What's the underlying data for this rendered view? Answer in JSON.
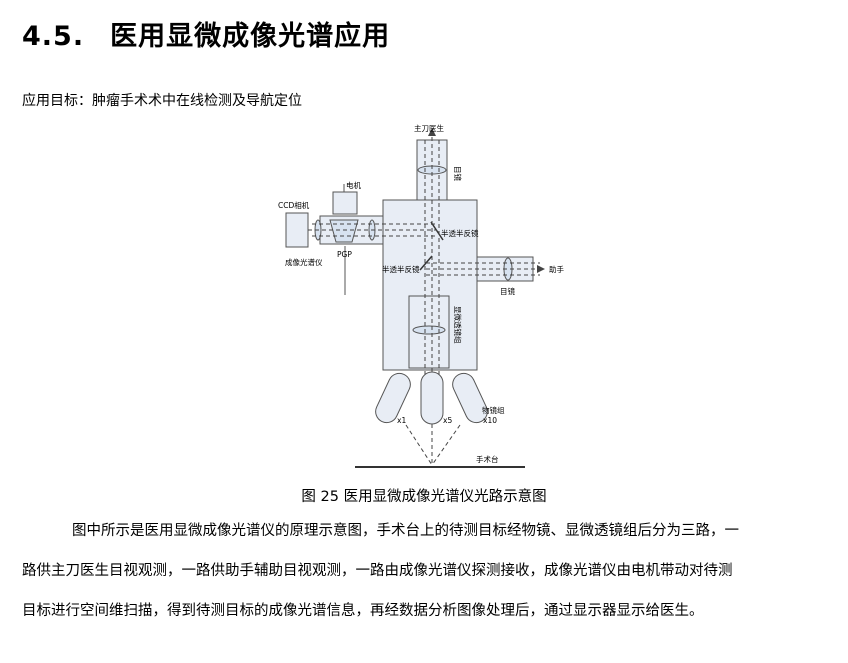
{
  "section": {
    "number": "4.5.",
    "title": "医用显微成像光谱应用"
  },
  "goal": "应用目标：肿瘤手术术中在线检测及导航定位",
  "diagram": {
    "labels": {
      "surgeon": "主刀医生",
      "eyepiece_top": "目镜",
      "motor": "电机",
      "ccd": "CCD相机",
      "pgp": "PGP",
      "imaging_spectrometer": "成像光谱仪",
      "beamsplitter_1": "半透半反镜",
      "beamsplitter_2": "半透半反镜",
      "assistant": "助手",
      "eyepiece_right": "目镜",
      "zoom_group": "显微透镜组",
      "objective_group": "物镜组",
      "x1": "x1",
      "x5": "x5",
      "x10": "x10",
      "table": "手术台"
    }
  },
  "caption": "图 25  医用显微成像光谱仪光路示意图",
  "paragraph": [
    "图中所示是医用显微成像光谱仪的原理示意图，手术台上的待测目标经物镜、显微透镜组后分为三路，一",
    "路供主刀医生目视观测，一路供助手辅助目视观测，一路由成像光谱仪探测接收，成像光谱仪由电机带动对待测",
    "目标进行空间维扫描，得到待测目标的成像光谱信息，再经数据分析图像处理后，通过显示器显示给医生。"
  ]
}
